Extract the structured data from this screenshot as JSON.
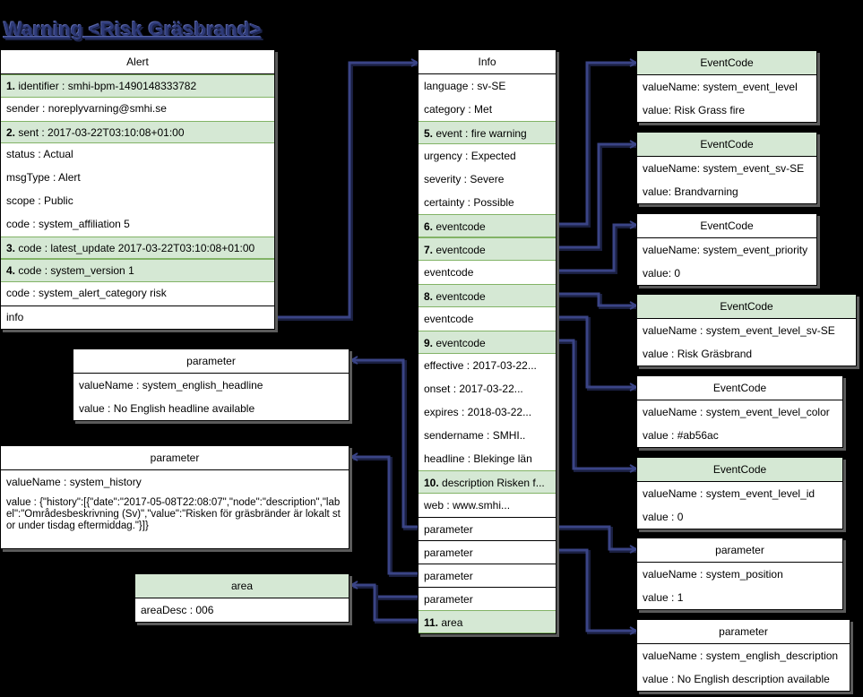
{
  "title": "Warning <Risk Gräsbrand>",
  "alert": {
    "header": "Alert",
    "rows": [
      {
        "num": "1.",
        "text": " identifier : smhi-bpm-1490148333782",
        "hl": true
      },
      {
        "num": "",
        "text": "sender : noreplyvarning@smhi.se",
        "hl": false
      },
      {
        "num": "2.",
        "text": " sent : 2017-03-22T03:10:08+01:00",
        "hl": true
      },
      {
        "num": "",
        "text": "status : Actual",
        "hl": false
      },
      {
        "num": "",
        "text": "msgType : Alert",
        "hl": false
      },
      {
        "num": "",
        "text": "scope : Public",
        "hl": false
      },
      {
        "num": "",
        "text": "code : system_affiliation 5",
        "hl": false
      },
      {
        "num": "3.",
        "text": " code : latest_update 2017-03-22T03:10:08+01:00",
        "hl": true
      },
      {
        "num": "4.",
        "text": " code : system_version 1",
        "hl": true
      },
      {
        "num": "",
        "text": "code : system_alert_category risk",
        "hl": false
      },
      {
        "num": "",
        "text": "info",
        "hl": false,
        "sep": true
      }
    ]
  },
  "info": {
    "header": "Info",
    "rows": [
      {
        "num": "",
        "text": "language : sv-SE",
        "hl": false
      },
      {
        "num": "",
        "text": "category : Met",
        "hl": false
      },
      {
        "num": "5.",
        "text": " event : fire warning",
        "hl": true
      },
      {
        "num": "",
        "text": "urgency : Expected",
        "hl": false
      },
      {
        "num": "",
        "text": "severity : Severe",
        "hl": false
      },
      {
        "num": "",
        "text": "certainty : Possible",
        "hl": false
      },
      {
        "num": "6.",
        "text": " eventcode",
        "hl": true
      },
      {
        "num": "7.",
        "text": " eventcode",
        "hl": true
      },
      {
        "num": "",
        "text": "eventcode",
        "hl": false
      },
      {
        "num": "8.",
        "text": " eventcode",
        "hl": true
      },
      {
        "num": "",
        "text": "eventcode",
        "hl": false
      },
      {
        "num": "9.",
        "text": " eventcode",
        "hl": true
      },
      {
        "num": "",
        "text": "effective : 2017-03-22...",
        "hl": false
      },
      {
        "num": "",
        "text": "onset  : 2017-03-22...",
        "hl": false
      },
      {
        "num": "",
        "text": "expires : 2018-03-22...",
        "hl": false
      },
      {
        "num": "",
        "text": "sendername : SMHI..",
        "hl": false
      },
      {
        "num": "",
        "text": "headline : Blekinge län",
        "hl": false
      },
      {
        "num": "10.",
        "text": " description Risken f...",
        "hl": true
      },
      {
        "num": "",
        "text": "web : www.smhi...",
        "hl": false
      },
      {
        "num": "",
        "text": "parameter",
        "hl": false,
        "sep": true
      },
      {
        "num": "",
        "text": "parameter",
        "hl": false,
        "sep": true
      },
      {
        "num": "",
        "text": "parameter",
        "hl": false,
        "sep": true
      },
      {
        "num": "",
        "text": "parameter",
        "hl": false,
        "sep": true
      },
      {
        "num": "11.",
        "text": " area",
        "hl": true
      }
    ]
  },
  "eventcodes": [
    {
      "header": "EventCode",
      "green": true,
      "rows": [
        "valueName: system_event_level",
        "value: Risk Grass fire"
      ]
    },
    {
      "header": "EventCode",
      "green": true,
      "rows": [
        "valueName: system_event_sv-SE",
        "value: Brandvarning"
      ]
    },
    {
      "header": "EventCode",
      "green": false,
      "rows": [
        "valueName: system_event_priority",
        "value: 0"
      ]
    },
    {
      "header": "EventCode",
      "green": true,
      "rows": [
        "valueName : system_event_level_sv-SE",
        "value : Risk Gräsbrand"
      ]
    },
    {
      "header": "EventCode",
      "green": false,
      "rows": [
        "valueName : system_event_level_color",
        "value : #ab56ac"
      ]
    },
    {
      "header": "EventCode",
      "green": true,
      "rows": [
        "valueName : system_event_level_id",
        "value : 0"
      ]
    },
    {
      "header": "parameter",
      "green": false,
      "rows": [
        "valueName : system_position",
        "value : 1"
      ]
    },
    {
      "header": "parameter",
      "green": false,
      "rows": [
        "valueName : system_english_description",
        "value : No English description available"
      ]
    }
  ],
  "param_headline": {
    "header": "parameter",
    "rows": [
      "valueName : system_english_headline",
      "value : No English headline available"
    ]
  },
  "param_history": {
    "header": "parameter",
    "valueName": "valueName : system_history",
    "value": "value : {\"history\":[{\"date\":\"2017-05-08T22:08:07\",\"node\":\"description\",\"label\":\"Områdesbeskrivning (Sv)\",\"value\":\"Risken för gräsbränder är lokalt stor under tisdag eftermiddag.\"}]}"
  },
  "area": {
    "header": "area",
    "rows": [
      "areaDesc : 006"
    ]
  }
}
